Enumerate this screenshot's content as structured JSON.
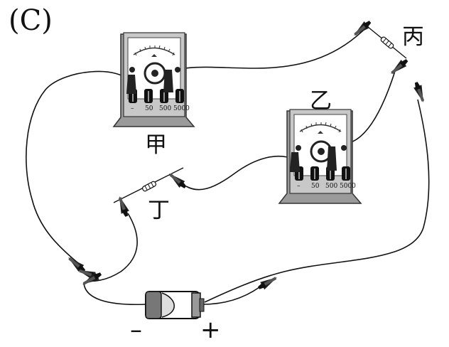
{
  "panel_label": "(C)",
  "meter_a": {
    "label": "甲",
    "ranges": [
      "–",
      "50",
      "500",
      "5000"
    ]
  },
  "meter_b": {
    "label": "乙",
    "ranges": [
      "–",
      "50",
      "500",
      "5000"
    ]
  },
  "resistor_top": {
    "label": "丙"
  },
  "resistor_mid": {
    "label": "丁"
  },
  "battery": {
    "neg_label": "–",
    "pos_label": "+"
  }
}
